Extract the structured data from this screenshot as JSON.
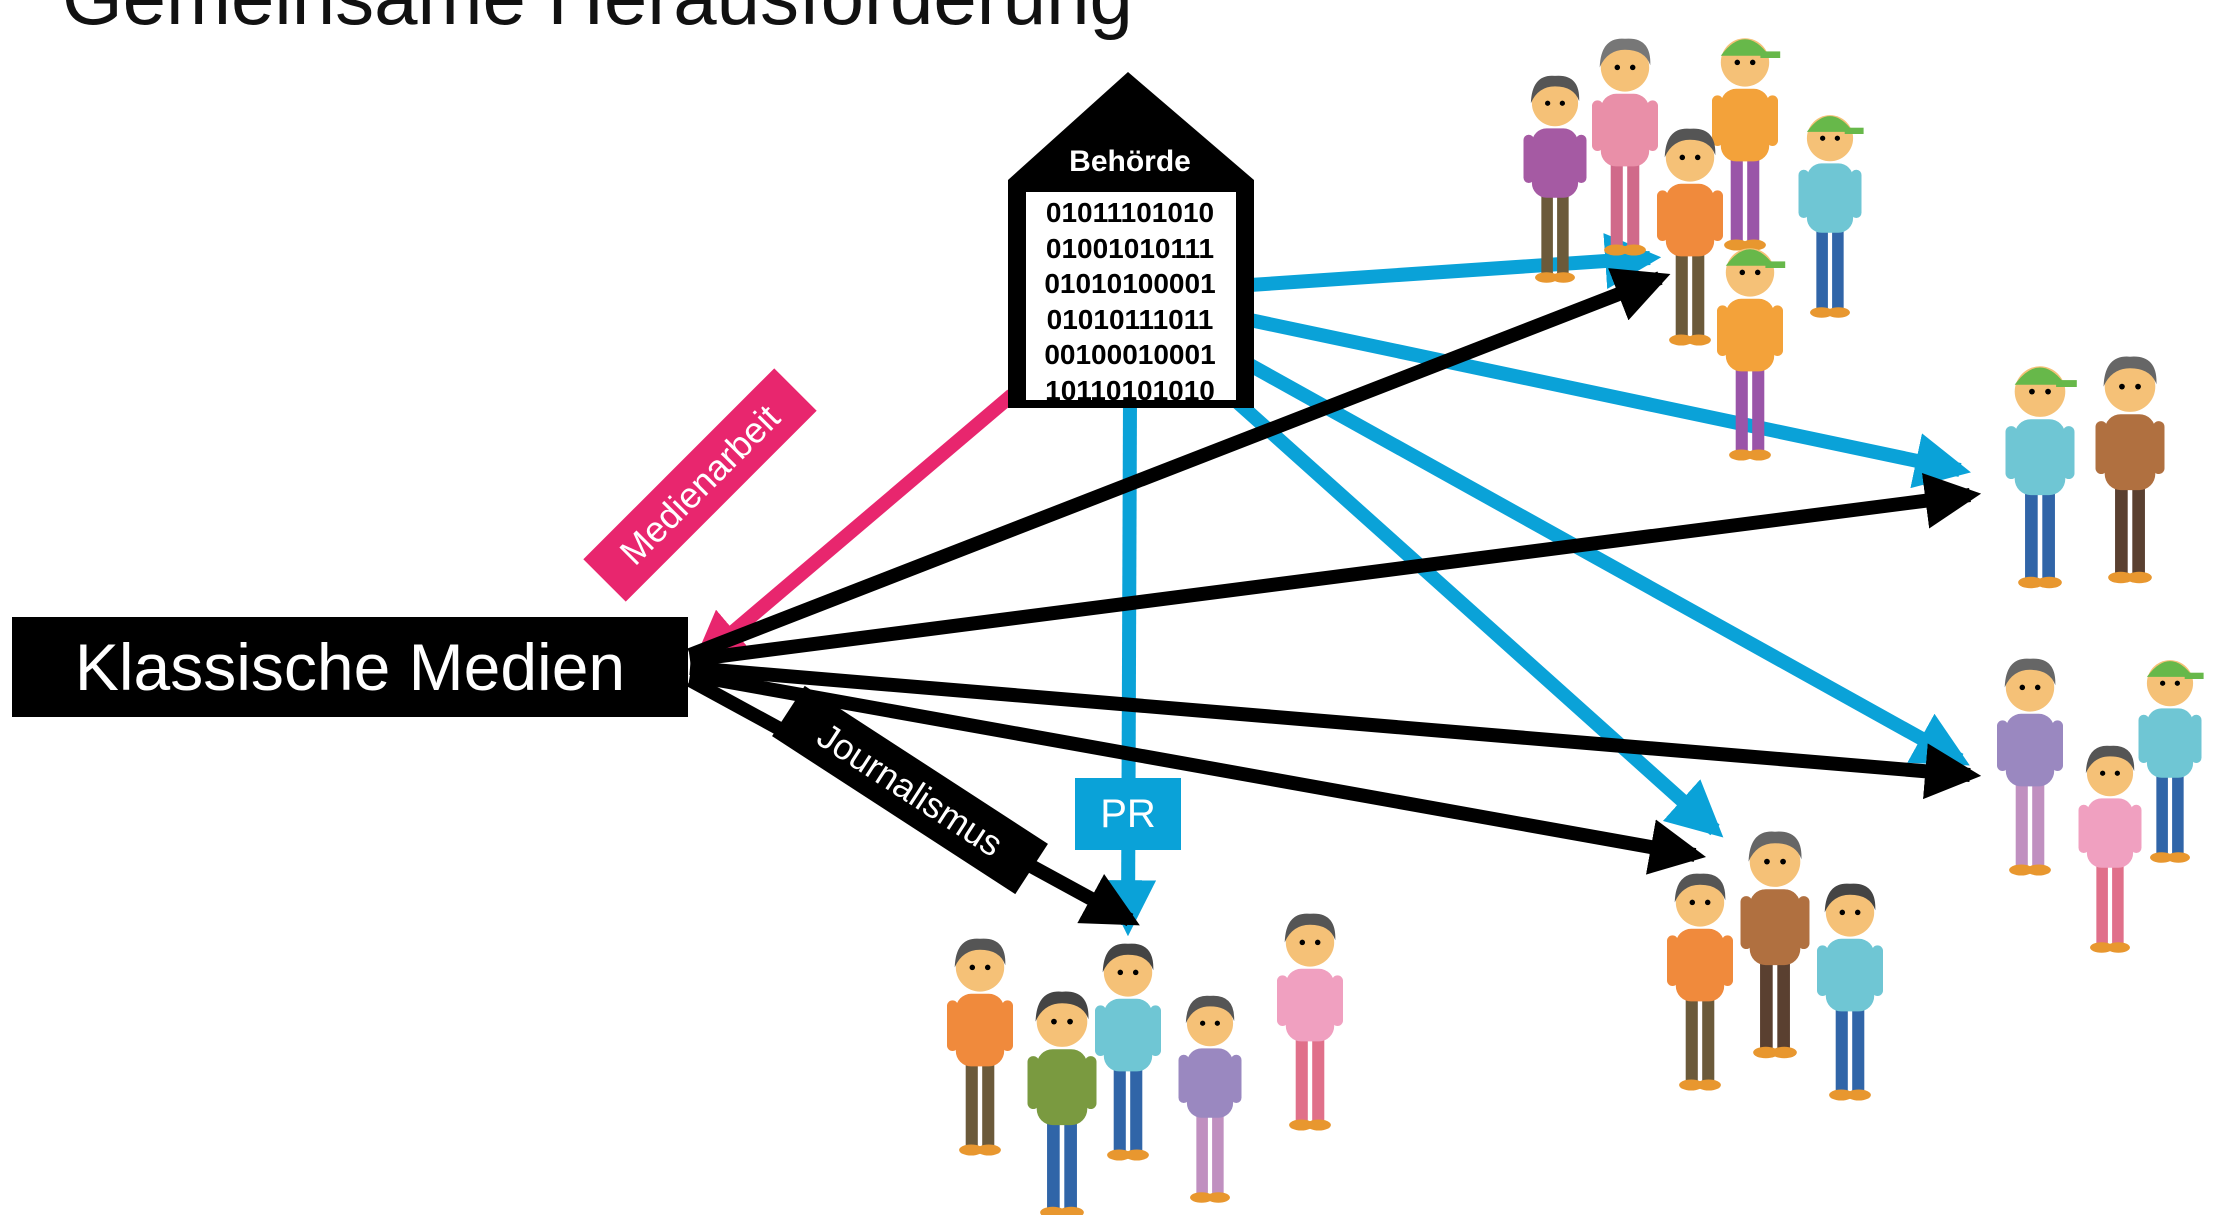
{
  "title": "Gemeinsame Herausforderung",
  "authority": {
    "label": "Behörde",
    "binary_lines": [
      "01011101010",
      "01001010111",
      "01010100001",
      "01010111011",
      "00100010001",
      "10110101010"
    ]
  },
  "media_box": {
    "label": "Klassische Medien"
  },
  "flows": {
    "media_relations": "Medienarbeit",
    "journalism": "Journalismus",
    "pr": "PR"
  },
  "colors": {
    "pr_blue": "#0aa2d8",
    "media_pink": "#e8266e",
    "journalism_black": "#000000"
  },
  "audience_groups": [
    {
      "name": "group-top-right"
    },
    {
      "name": "group-right-pair"
    },
    {
      "name": "group-far-right"
    },
    {
      "name": "group-bottom-middle"
    },
    {
      "name": "group-bottom-center"
    }
  ]
}
